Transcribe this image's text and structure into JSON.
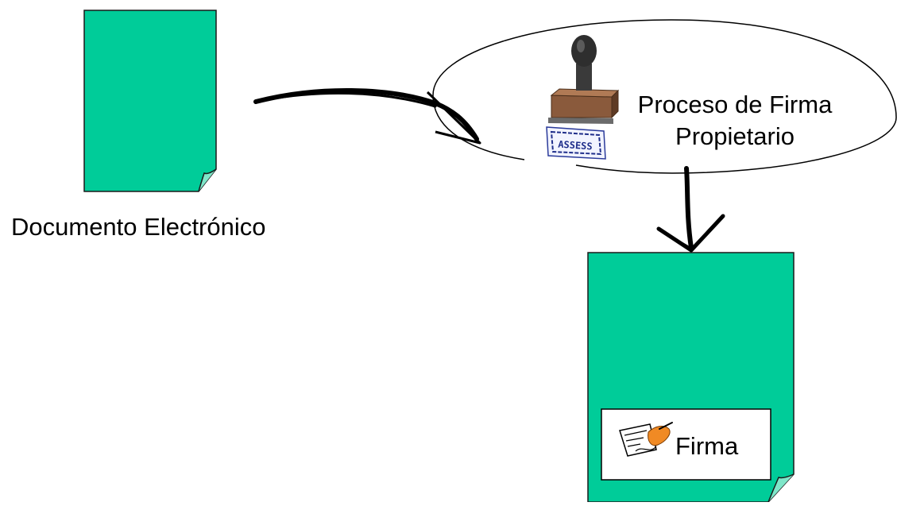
{
  "source_document": {
    "label": "Documento Electrónico",
    "fill_color": "#00cc99"
  },
  "signing_process": {
    "line1": "Proceso de Firma",
    "line2": "Propietario",
    "icon": "rubber-stamp-icon"
  },
  "signed_document": {
    "fill_color": "#00cc99",
    "signature_box": {
      "label": "Firma",
      "icon": "signature-pen-icon"
    }
  }
}
